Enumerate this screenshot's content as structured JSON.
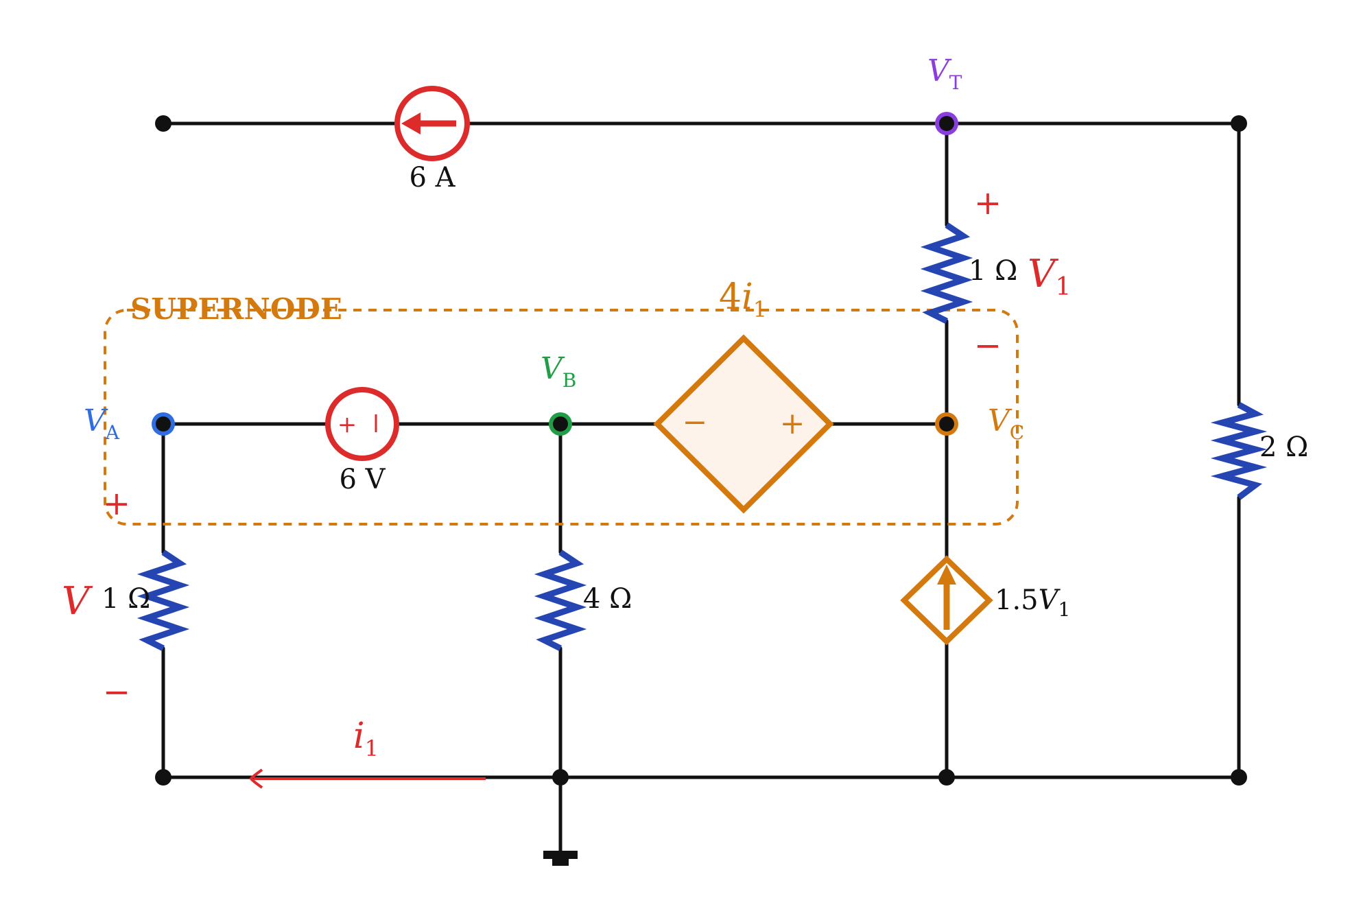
{
  "colors": {
    "wire": "#111111",
    "resistor": "#2545b2",
    "source": "#dd2a2a",
    "dependent": "#d4790e",
    "node_a": "#2f6de0",
    "node_b": "#1f9e45",
    "node_c": "#d4790e",
    "node_t": "#8a3ee0",
    "annotation": "#dd2a2a"
  },
  "nodes": {
    "va": "V",
    "va_sub": "A",
    "vb": "V",
    "vb_sub": "B",
    "vc": "V",
    "vc_sub": "C",
    "vt": "V",
    "vt_sub": "T"
  },
  "sources": {
    "current_6a": "6 A",
    "voltage_6v": "6 V",
    "voltage_6v_plus": "+",
    "dependent_voltage_coef": "4",
    "dependent_voltage_var": "i",
    "dependent_voltage_sub": "1",
    "dependent_voltage_minus": "−",
    "dependent_voltage_plus": "+",
    "dependent_current_coef": "1.5",
    "dependent_current_var": "V",
    "dependent_current_sub": "1"
  },
  "resistors": {
    "r_top": "1 Ω",
    "r_left": "1 Ω",
    "r_mid": "4 Ω",
    "r_right": "2 Ω"
  },
  "annotations": {
    "supernode": "SUPERNODE",
    "v1_var": "V",
    "v1_sub": "1",
    "v1_plus": "+",
    "v1_minus": "−",
    "v_var": "V",
    "v_plus": "+",
    "v_minus": "−",
    "i1_var": "i",
    "i1_sub": "1"
  },
  "icons": {
    "current_source": "arrow-circle-icon",
    "voltage_source": "plus-minus-circle-icon",
    "dependent_voltage_source": "diamond-icon",
    "dependent_current_source": "diamond-arrow-icon",
    "ground": "ground-icon"
  }
}
